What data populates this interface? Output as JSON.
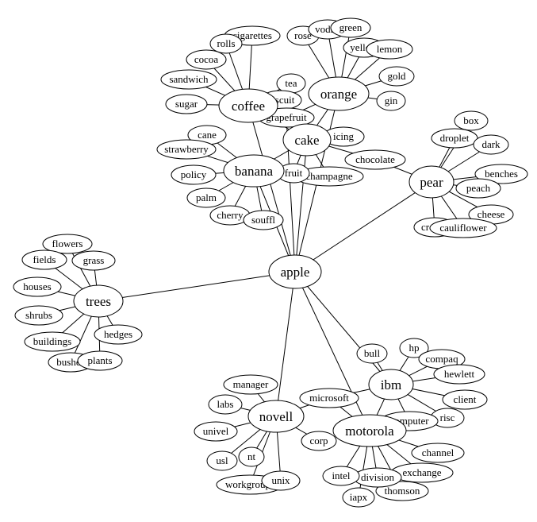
{
  "graph": {
    "nodes": [
      {
        "id": "apple",
        "label": "apple",
        "group": "hub"
      },
      {
        "id": "banana",
        "label": "banana",
        "group": "hub"
      },
      {
        "id": "cake",
        "label": "cake",
        "group": "hub"
      },
      {
        "id": "coffee",
        "label": "coffee",
        "group": "hub"
      },
      {
        "id": "orange",
        "label": "orange",
        "group": "hub"
      },
      {
        "id": "pear",
        "label": "pear",
        "group": "hub"
      },
      {
        "id": "trees",
        "label": "trees",
        "group": "hub"
      },
      {
        "id": "novell",
        "label": "novell",
        "group": "hub"
      },
      {
        "id": "motorola",
        "label": "motorola",
        "group": "hub"
      },
      {
        "id": "ibm",
        "label": "ibm",
        "group": "hub"
      },
      {
        "id": "cigarettes",
        "label": "cigarettes",
        "group": "leaf"
      },
      {
        "id": "rolls",
        "label": "rolls",
        "group": "leaf"
      },
      {
        "id": "cocoa",
        "label": "cocoa",
        "group": "leaf"
      },
      {
        "id": "sandwich",
        "label": "sandwich",
        "group": "leaf"
      },
      {
        "id": "sugar",
        "label": "sugar",
        "group": "leaf"
      },
      {
        "id": "tea",
        "label": "tea",
        "group": "leaf"
      },
      {
        "id": "biscuit",
        "label": "biscuit",
        "group": "leaf"
      },
      {
        "id": "grapefruit",
        "label": "grapefruit",
        "group": "leaf"
      },
      {
        "id": "rose",
        "label": "rose",
        "group": "leaf"
      },
      {
        "id": "vodka",
        "label": "vodka",
        "group": "leaf"
      },
      {
        "id": "green",
        "label": "green",
        "group": "leaf"
      },
      {
        "id": "yellow",
        "label": "yellow",
        "group": "leaf"
      },
      {
        "id": "lemon",
        "label": "lemon",
        "group": "leaf"
      },
      {
        "id": "gold",
        "label": "gold",
        "group": "leaf"
      },
      {
        "id": "gin",
        "label": "gin",
        "group": "leaf"
      },
      {
        "id": "icing",
        "label": "icing",
        "group": "leaf"
      },
      {
        "id": "chocolate",
        "label": "chocolate",
        "group": "leaf"
      },
      {
        "id": "champagne",
        "label": "champagne",
        "group": "leaf"
      },
      {
        "id": "fruit",
        "label": "fruit",
        "group": "leaf"
      },
      {
        "id": "cane",
        "label": "cane",
        "group": "leaf"
      },
      {
        "id": "strawberry",
        "label": "strawberry",
        "group": "leaf"
      },
      {
        "id": "policy",
        "label": "policy",
        "group": "leaf"
      },
      {
        "id": "palm",
        "label": "palm",
        "group": "leaf"
      },
      {
        "id": "cherry",
        "label": "cherry",
        "group": "leaf"
      },
      {
        "id": "souffl",
        "label": "souffl",
        "group": "leaf"
      },
      {
        "id": "box",
        "label": "box",
        "group": "leaf"
      },
      {
        "id": "droplet",
        "label": "droplet",
        "group": "leaf"
      },
      {
        "id": "dark",
        "label": "dark",
        "group": "leaf"
      },
      {
        "id": "benches",
        "label": "benches",
        "group": "leaf"
      },
      {
        "id": "peach",
        "label": "peach",
        "group": "leaf"
      },
      {
        "id": "cheese",
        "label": "cheese",
        "group": "leaf"
      },
      {
        "id": "crocus",
        "label": "crocus",
        "group": "leaf"
      },
      {
        "id": "cauliflower",
        "label": "cauliflower",
        "group": "leaf"
      },
      {
        "id": "flowers",
        "label": "flowers",
        "group": "leaf"
      },
      {
        "id": "fields",
        "label": "fields",
        "group": "leaf"
      },
      {
        "id": "grass",
        "label": "grass",
        "group": "leaf"
      },
      {
        "id": "houses",
        "label": "houses",
        "group": "leaf"
      },
      {
        "id": "shrubs",
        "label": "shrubs",
        "group": "leaf"
      },
      {
        "id": "buildings",
        "label": "buildings",
        "group": "leaf"
      },
      {
        "id": "hedges",
        "label": "hedges",
        "group": "leaf"
      },
      {
        "id": "bushes",
        "label": "bushes",
        "group": "leaf"
      },
      {
        "id": "plants",
        "label": "plants",
        "group": "leaf"
      },
      {
        "id": "manager",
        "label": "manager",
        "group": "leaf"
      },
      {
        "id": "labs",
        "label": "labs",
        "group": "leaf"
      },
      {
        "id": "univel",
        "label": "univel",
        "group": "leaf"
      },
      {
        "id": "usl",
        "label": "usl",
        "group": "leaf"
      },
      {
        "id": "nt",
        "label": "nt",
        "group": "leaf"
      },
      {
        "id": "workgroups",
        "label": "workgroups",
        "group": "leaf"
      },
      {
        "id": "unix",
        "label": "unix",
        "group": "leaf"
      },
      {
        "id": "corp",
        "label": "corp",
        "group": "leaf"
      },
      {
        "id": "microsoft",
        "label": "microsoft",
        "group": "leaf"
      },
      {
        "id": "bull",
        "label": "bull",
        "group": "leaf"
      },
      {
        "id": "hp",
        "label": "hp",
        "group": "leaf"
      },
      {
        "id": "compaq",
        "label": "compaq",
        "group": "leaf"
      },
      {
        "id": "hewlett",
        "label": "hewlett",
        "group": "leaf"
      },
      {
        "id": "client",
        "label": "client",
        "group": "leaf"
      },
      {
        "id": "risc",
        "label": "risc",
        "group": "leaf"
      },
      {
        "id": "computer",
        "label": "computer",
        "group": "leaf"
      },
      {
        "id": "channel",
        "label": "channel",
        "group": "leaf"
      },
      {
        "id": "exchange",
        "label": "exchange",
        "group": "leaf"
      },
      {
        "id": "thomson",
        "label": "thomson",
        "group": "leaf"
      },
      {
        "id": "division",
        "label": "division",
        "group": "leaf"
      },
      {
        "id": "intel",
        "label": "intel",
        "group": "leaf"
      },
      {
        "id": "iapx",
        "label": "iapx",
        "group": "leaf"
      }
    ],
    "edges": [
      [
        "apple",
        "banana"
      ],
      [
        "apple",
        "cake"
      ],
      [
        "apple",
        "coffee"
      ],
      [
        "apple",
        "orange"
      ],
      [
        "apple",
        "pear"
      ],
      [
        "apple",
        "trees"
      ],
      [
        "apple",
        "novell"
      ],
      [
        "apple",
        "motorola"
      ],
      [
        "apple",
        "ibm"
      ],
      [
        "apple",
        "grapefruit"
      ],
      [
        "coffee",
        "cigarettes"
      ],
      [
        "coffee",
        "rolls"
      ],
      [
        "coffee",
        "cocoa"
      ],
      [
        "coffee",
        "sandwich"
      ],
      [
        "coffee",
        "sugar"
      ],
      [
        "coffee",
        "tea"
      ],
      [
        "coffee",
        "biscuit"
      ],
      [
        "coffee",
        "grapefruit"
      ],
      [
        "coffee",
        "cake"
      ],
      [
        "orange",
        "rose"
      ],
      [
        "orange",
        "vodka"
      ],
      [
        "orange",
        "green"
      ],
      [
        "orange",
        "yellow"
      ],
      [
        "orange",
        "lemon"
      ],
      [
        "orange",
        "gold"
      ],
      [
        "orange",
        "gin"
      ],
      [
        "orange",
        "grapefruit"
      ],
      [
        "orange",
        "cake"
      ],
      [
        "cake",
        "icing"
      ],
      [
        "cake",
        "chocolate"
      ],
      [
        "cake",
        "champagne"
      ],
      [
        "cake",
        "fruit"
      ],
      [
        "cake",
        "banana"
      ],
      [
        "cake",
        "biscuit"
      ],
      [
        "cake",
        "grapefruit"
      ],
      [
        "banana",
        "cane"
      ],
      [
        "banana",
        "strawberry"
      ],
      [
        "banana",
        "policy"
      ],
      [
        "banana",
        "palm"
      ],
      [
        "banana",
        "cherry"
      ],
      [
        "banana",
        "souffl"
      ],
      [
        "banana",
        "fruit"
      ],
      [
        "banana",
        "champagne"
      ],
      [
        "pear",
        "chocolate"
      ],
      [
        "pear",
        "box"
      ],
      [
        "pear",
        "droplet"
      ],
      [
        "pear",
        "dark"
      ],
      [
        "pear",
        "benches"
      ],
      [
        "pear",
        "peach"
      ],
      [
        "pear",
        "cheese"
      ],
      [
        "pear",
        "crocus"
      ],
      [
        "pear",
        "cauliflower"
      ],
      [
        "trees",
        "flowers"
      ],
      [
        "trees",
        "fields"
      ],
      [
        "trees",
        "grass"
      ],
      [
        "trees",
        "houses"
      ],
      [
        "trees",
        "shrubs"
      ],
      [
        "trees",
        "buildings"
      ],
      [
        "trees",
        "hedges"
      ],
      [
        "trees",
        "bushes"
      ],
      [
        "trees",
        "plants"
      ],
      [
        "novell",
        "manager"
      ],
      [
        "novell",
        "labs"
      ],
      [
        "novell",
        "univel"
      ],
      [
        "novell",
        "usl"
      ],
      [
        "novell",
        "nt"
      ],
      [
        "novell",
        "workgroups"
      ],
      [
        "novell",
        "unix"
      ],
      [
        "novell",
        "corp"
      ],
      [
        "novell",
        "microsoft"
      ],
      [
        "ibm",
        "bull"
      ],
      [
        "ibm",
        "hp"
      ],
      [
        "ibm",
        "compaq"
      ],
      [
        "ibm",
        "hewlett"
      ],
      [
        "ibm",
        "client"
      ],
      [
        "ibm",
        "risc"
      ],
      [
        "ibm",
        "computer"
      ],
      [
        "ibm",
        "microsoft"
      ],
      [
        "ibm",
        "motorola"
      ],
      [
        "motorola",
        "computer"
      ],
      [
        "motorola",
        "risc"
      ],
      [
        "motorola",
        "channel"
      ],
      [
        "motorola",
        "exchange"
      ],
      [
        "motorola",
        "thomson"
      ],
      [
        "motorola",
        "division"
      ],
      [
        "motorola",
        "intel"
      ],
      [
        "motorola",
        "iapx"
      ],
      [
        "motorola",
        "microsoft"
      ]
    ]
  }
}
